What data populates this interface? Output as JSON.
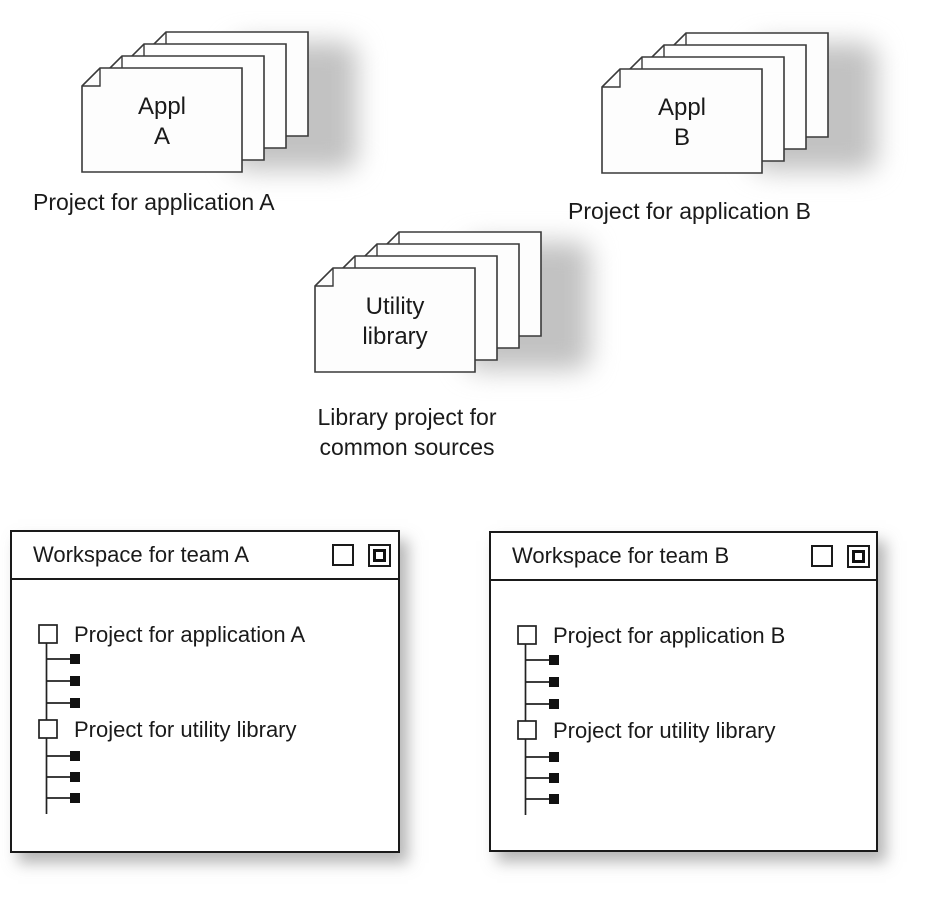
{
  "colors": {
    "ink": "#1a1a1a",
    "paper": "#fdfdfd",
    "stack_shadow": "#c2c2c2",
    "leaf_square": "#111111"
  },
  "icons": {
    "maximize_button": "empty-square",
    "restore_button": "square-in-square",
    "tree_expand_box": "open-square",
    "tree_leaf": "filled-square",
    "document_page": "page-with-folded-corner"
  },
  "stacks": [
    {
      "name": "application-a",
      "page_count": 4,
      "title_line1": "Appl",
      "title_line2": "A",
      "caption": "Project for application A"
    },
    {
      "name": "application-b",
      "page_count": 4,
      "title_line1": "Appl",
      "title_line2": "B",
      "caption": "Project for application B"
    },
    {
      "name": "utility-library",
      "page_count": 4,
      "title_line1": "Utility",
      "title_line2": "library",
      "caption_lines": [
        "Library project for",
        "common sources"
      ]
    }
  ],
  "windows": [
    {
      "name": "team-a",
      "title": "Workspace for team A",
      "nodes": [
        {
          "label": "Project for application A",
          "child_count": 3
        },
        {
          "label": "Project for utility library",
          "child_count": 3
        }
      ]
    },
    {
      "name": "team-b",
      "title": "Workspace for team B",
      "nodes": [
        {
          "label": "Project for application B",
          "child_count": 3
        },
        {
          "label": "Project for utility library",
          "child_count": 3
        }
      ]
    }
  ]
}
